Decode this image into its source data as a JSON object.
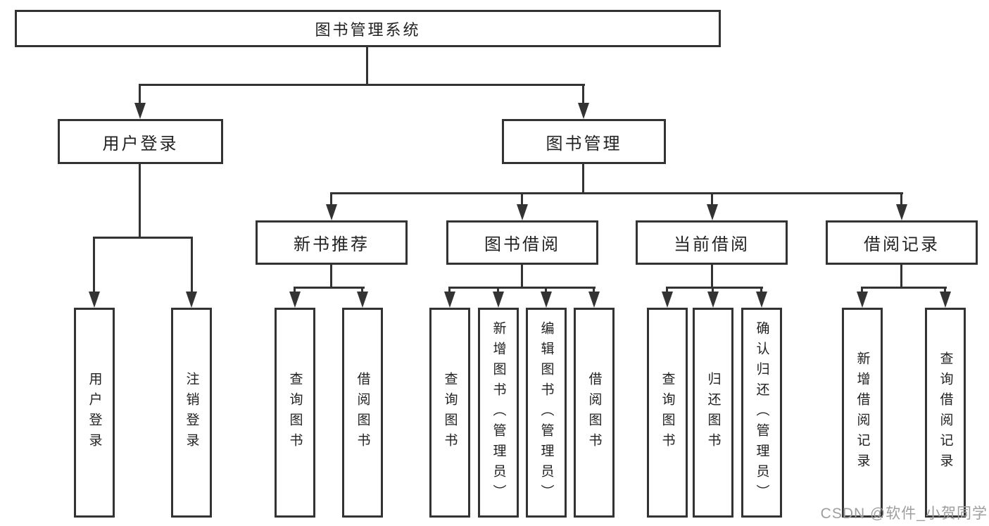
{
  "diagram": {
    "root": {
      "label": "图书管理系统"
    },
    "level1": [
      {
        "label": "用户登录"
      },
      {
        "label": "图书管理"
      }
    ],
    "level2": [
      {
        "parent": "图书管理",
        "label": "新书推荐"
      },
      {
        "parent": "图书管理",
        "label": "图书借阅"
      },
      {
        "parent": "图书管理",
        "label": "当前借阅"
      },
      {
        "parent": "图书管理",
        "label": "借阅记录"
      }
    ],
    "leaves": [
      {
        "parent": "用户登录",
        "label": "用户登录"
      },
      {
        "parent": "用户登录",
        "label": "注销登录"
      },
      {
        "parent": "新书推荐",
        "label": "查询图书"
      },
      {
        "parent": "新书推荐",
        "label": "借阅图书"
      },
      {
        "parent": "图书借阅",
        "label": "查询图书"
      },
      {
        "parent": "图书借阅",
        "label": "新增图书（管理员）"
      },
      {
        "parent": "图书借阅",
        "label": "编辑图书（管理员）"
      },
      {
        "parent": "图书借阅",
        "label": "借阅图书"
      },
      {
        "parent": "当前借阅",
        "label": "查询图书"
      },
      {
        "parent": "当前借阅",
        "label": "归还图书"
      },
      {
        "parent": "当前借阅",
        "label": "确认归还（管理员）"
      },
      {
        "parent": "借阅记录",
        "label": "新增借阅记录"
      },
      {
        "parent": "借阅记录",
        "label": "查询借阅记录"
      }
    ],
    "colors": {
      "line": "#333333",
      "text": "#222222",
      "background": "#ffffff"
    }
  },
  "watermark": {
    "text": "CSDN @软件_小贺同学",
    "color": "#9e9e9e"
  }
}
